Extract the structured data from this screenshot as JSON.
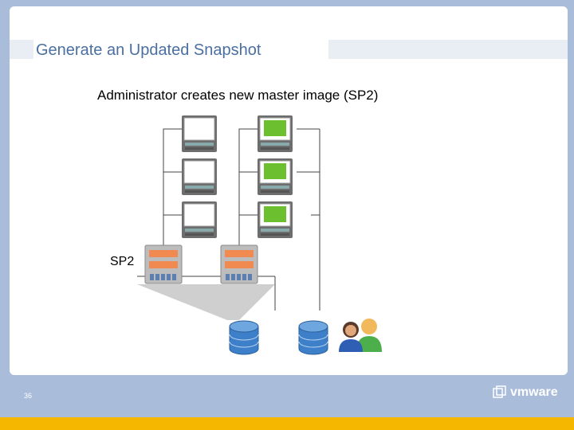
{
  "slide": {
    "title": "Generate an Updated Snapshot",
    "subtitle": "Administrator creates new master image (SP2)",
    "snapshot_label": "SP2",
    "page_number": "36",
    "brand": "vmware"
  },
  "colors": {
    "background": "#a9bcd9",
    "title_text": "#4a6fa0",
    "accent_bar": "#f6b700",
    "screen_active": "#6cc030",
    "host_header": "#f08a50",
    "database": "#3d7fc9"
  },
  "diagram": {
    "left_column_vms": 3,
    "right_column_vms": 3,
    "right_column_state": "active",
    "hosts": 2,
    "databases": 2,
    "icons": [
      "vm-icon",
      "host-server-icon",
      "database-icon",
      "users-icon"
    ]
  }
}
